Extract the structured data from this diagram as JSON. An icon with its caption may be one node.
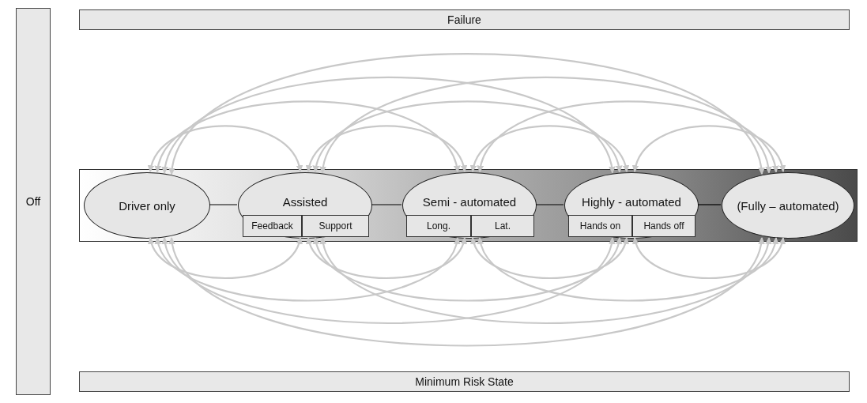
{
  "diagram": {
    "nodes": [
      {
        "text": [
          "Off"
        ]
      },
      {
        "text": [
          "Failure"
        ]
      },
      {
        "text": [],
        "shape": "box"
      },
      {
        "text": [
          "Driver only"
        ],
        "in": 2
      },
      {
        "text": [
          "Assisted"
        ],
        "in": 2
      },
      {
        "text": [
          "Feedback"
        ],
        "in": 4
      },
      {
        "text": [
          "Support"
        ],
        "in": 4
      },
      {
        "text": [
          "Semi - automated"
        ],
        "in": 2
      },
      {
        "text": [
          "Long."
        ],
        "in": 7
      },
      {
        "text": [
          "Lat."
        ],
        "in": 7
      },
      {
        "text": [
          "Highly - automated"
        ],
        "in": 2
      },
      {
        "text": [
          "Hands on"
        ],
        "in": 10
      },
      {
        "text": [
          "Hands off"
        ],
        "in": 10
      },
      {
        "text": [
          "(Fully – automated)"
        ],
        "in": 2
      },
      {
        "text": [
          "Minimum Risk State"
        ]
      }
    ],
    "edges": [
      {
        "from": 3,
        "to": 4,
        "arrow": "none",
        "color": "#000000"
      },
      {
        "from": 4,
        "to": 7,
        "arrow": "none",
        "color": "#000000"
      },
      {
        "from": 7,
        "to": 10,
        "arrow": "none",
        "color": "#000000"
      },
      {
        "from": 10,
        "to": 13,
        "arrow": "none",
        "color": "#000000"
      },
      {
        "from": 3,
        "to": 4,
        "arrow": "both"
      },
      {
        "from": 3,
        "to": 7,
        "arrow": "both"
      },
      {
        "from": 3,
        "to": 10,
        "arrow": "both"
      },
      {
        "from": 3,
        "to": 13,
        "arrow": "both"
      },
      {
        "from": 4,
        "to": 7,
        "arrow": "both"
      },
      {
        "from": 4,
        "to": 10,
        "arrow": "both"
      },
      {
        "from": 4,
        "to": 13,
        "arrow": "both"
      },
      {
        "from": 7,
        "to": 10,
        "arrow": "both"
      },
      {
        "from": 7,
        "to": 13,
        "arrow": "both"
      },
      {
        "from": 10,
        "to": 13,
        "arrow": "both"
      },
      {
        "from": 3,
        "to": 4,
        "arrow": "both"
      },
      {
        "from": 3,
        "to": 7,
        "arrow": "both"
      },
      {
        "from": 3,
        "to": 10,
        "arrow": "both"
      },
      {
        "from": 3,
        "to": 13,
        "arrow": "both"
      },
      {
        "from": 4,
        "to": 7,
        "arrow": "both"
      },
      {
        "from": 4,
        "to": 10,
        "arrow": "both"
      },
      {
        "from": 4,
        "to": 13,
        "arrow": "both"
      },
      {
        "from": 7,
        "to": 10,
        "arrow": "both"
      },
      {
        "from": 7,
        "to": 13,
        "arrow": "both"
      },
      {
        "from": 10,
        "to": 13,
        "arrow": "both"
      }
    ]
  }
}
